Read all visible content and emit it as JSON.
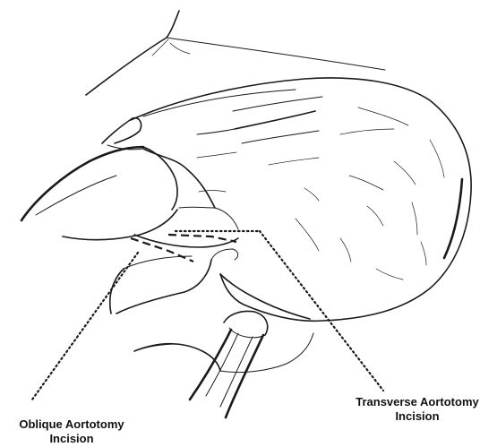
{
  "labels": {
    "oblique_line1": "Oblique Aortotomy",
    "oblique_line2": "Incision",
    "transverse_line1": "Transverse Aortotomy",
    "transverse_line2": "Incision"
  }
}
